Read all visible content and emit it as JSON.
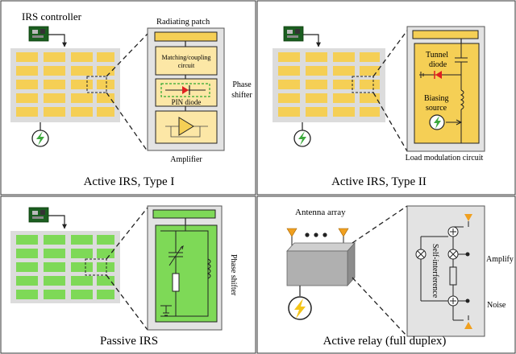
{
  "panels": {
    "tl": {
      "caption": "Active IRS, Type I",
      "controller_label": "IRS controller",
      "patch_label": "Radiating patch",
      "matching_label_1": "Matching/coupling",
      "matching_label_2": "circuit",
      "pin_label": "PIN diode",
      "phase_label_1": "Phase",
      "phase_label_2": "shifter",
      "amplifier_label": "Amplifier"
    },
    "tr": {
      "caption": "Active IRS, Type II",
      "tunnel_label_1": "Tunnel",
      "tunnel_label_2": "diode",
      "bias_label_1": "Biasing",
      "bias_label_2": "source",
      "load_label": "Load modulation circuit"
    },
    "bl": {
      "caption": "Passive IRS",
      "phase_label": "Phase shifter"
    },
    "br": {
      "caption": "Active relay (full duplex)",
      "antenna_label": "Antenna array",
      "si_label": "Self-interference",
      "amplify_label": "Amplify",
      "noise_label": "Noise"
    }
  },
  "colors": {
    "active_element": "#f5cf55",
    "passive_element": "#7ed957",
    "panel_border": "#333333",
    "box_fill": "#d9d9d9",
    "antenna": "#f0a020",
    "pin_green": "#2fa82f",
    "diode_red": "#e02020"
  },
  "icons": {
    "controller": "circuit-board-icon",
    "power": "lightning-bolt-icon"
  }
}
